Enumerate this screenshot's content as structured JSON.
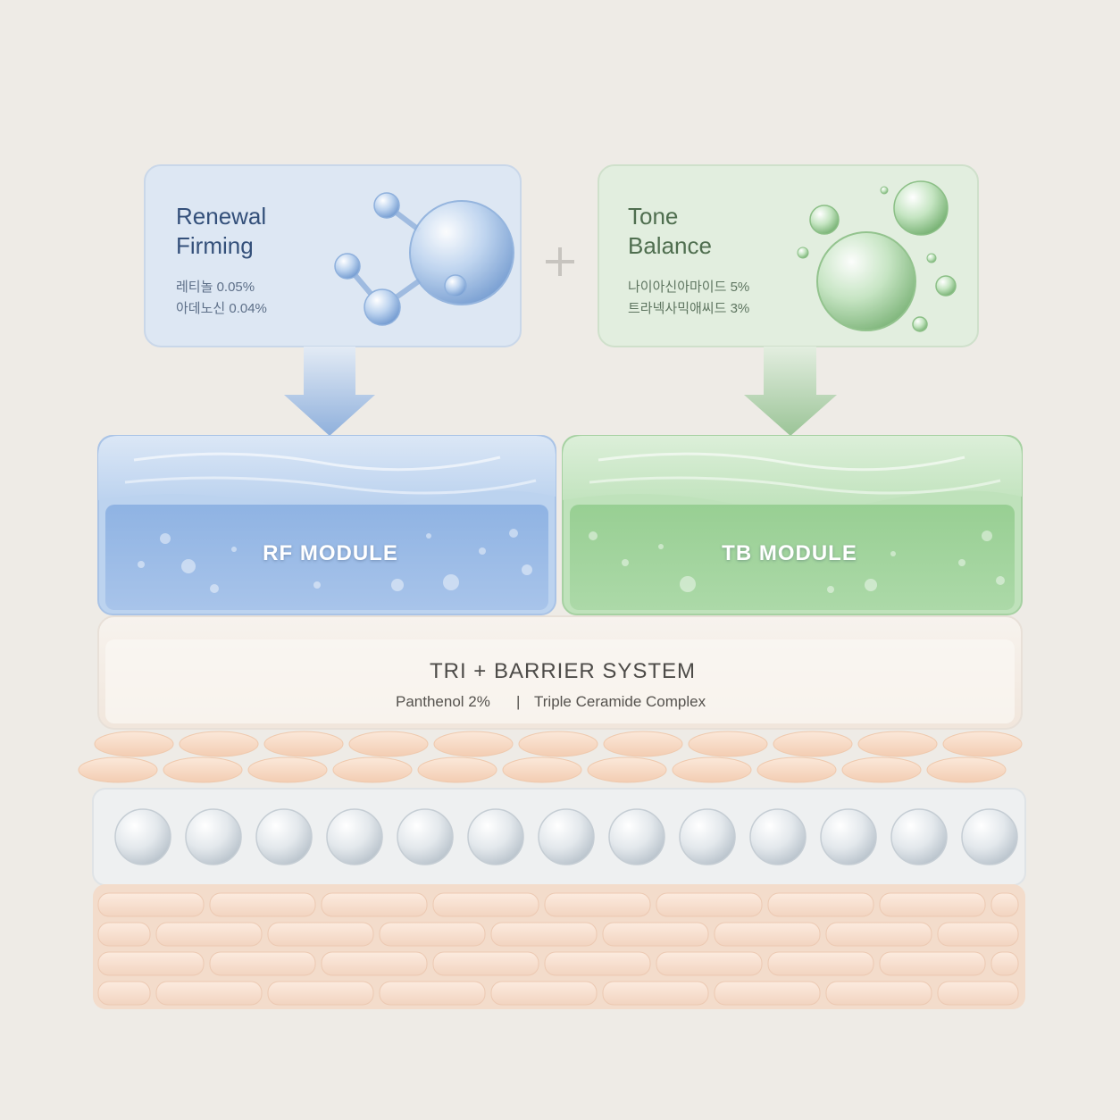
{
  "cards": {
    "rf": {
      "title": "Renewal\nFirming",
      "ingredients": [
        "레티놀 0.05%",
        "아데노신 0.04%"
      ],
      "color": "#dde7f3"
    },
    "tb": {
      "title": "Tone\nBalance",
      "ingredients": [
        "나이아신아마이드 5%",
        "트라넥사믹애씨드 3%"
      ],
      "color": "#e2eedf"
    },
    "plus_symbol": "+"
  },
  "modules": {
    "rf": {
      "label": "RF MODULE",
      "color": "#8fb3e3"
    },
    "tb": {
      "label": "TB MODULE",
      "color": "#9ed39a"
    }
  },
  "barrier": {
    "title": "TRI + BARRIER SYSTEM",
    "ingredient_a": "Panthenol 2%",
    "separator": "|",
    "ingredient_b": "Triple Ceramide Complex"
  },
  "layers": {
    "lipid_color": "#f8dcc6",
    "bubble_color": "#dde3e8",
    "brick_color": "#f6dccb"
  }
}
